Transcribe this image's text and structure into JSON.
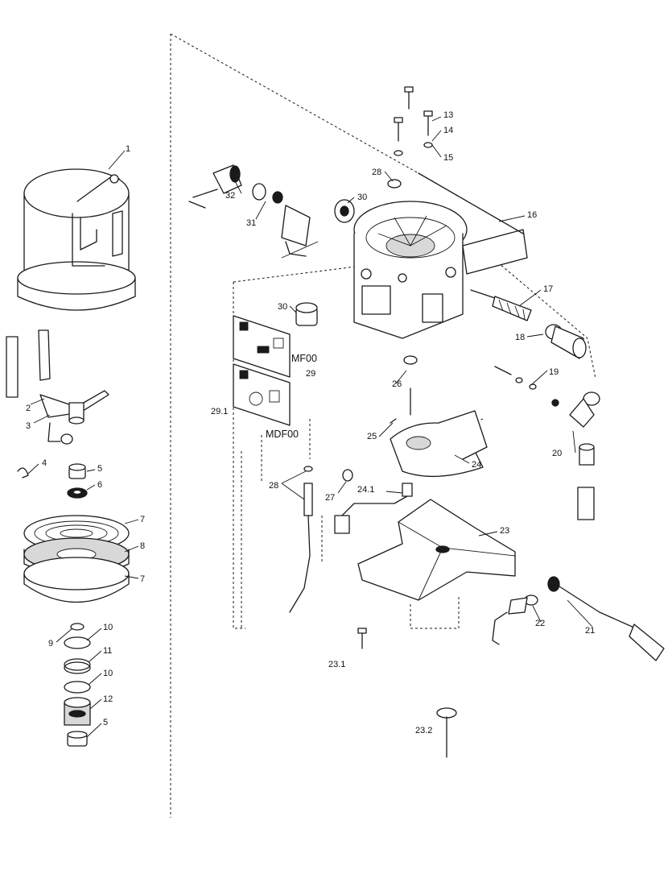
{
  "labels": [
    {
      "id": "p1",
      "text": "1"
    },
    {
      "id": "p2",
      "text": "2"
    },
    {
      "id": "p3",
      "text": "3"
    },
    {
      "id": "p4",
      "text": "4"
    },
    {
      "id": "p5a",
      "text": "5"
    },
    {
      "id": "p6",
      "text": "6"
    },
    {
      "id": "p7a",
      "text": "7"
    },
    {
      "id": "p8",
      "text": "8"
    },
    {
      "id": "p7b",
      "text": "7"
    },
    {
      "id": "p9",
      "text": "9"
    },
    {
      "id": "p10a",
      "text": "10"
    },
    {
      "id": "p11",
      "text": "11"
    },
    {
      "id": "p10b",
      "text": "10"
    },
    {
      "id": "p12",
      "text": "12"
    },
    {
      "id": "p5b",
      "text": "5"
    },
    {
      "id": "p13",
      "text": "13"
    },
    {
      "id": "p14",
      "text": "14"
    },
    {
      "id": "p15",
      "text": "15"
    },
    {
      "id": "p16",
      "text": "16"
    },
    {
      "id": "p17",
      "text": "17"
    },
    {
      "id": "p18",
      "text": "18"
    },
    {
      "id": "p19",
      "text": "19"
    },
    {
      "id": "p20",
      "text": "20"
    },
    {
      "id": "p21",
      "text": "21"
    },
    {
      "id": "p22",
      "text": "22"
    },
    {
      "id": "p23",
      "text": "23"
    },
    {
      "id": "p23_1",
      "text": "23.1"
    },
    {
      "id": "p23_2",
      "text": "23.2"
    },
    {
      "id": "p24",
      "text": "24"
    },
    {
      "id": "p24_1",
      "text": "24.1"
    },
    {
      "id": "p25",
      "text": "25"
    },
    {
      "id": "p26",
      "text": "26"
    },
    {
      "id": "p27",
      "text": "27"
    },
    {
      "id": "p28a",
      "text": "28"
    },
    {
      "id": "p28b",
      "text": "28"
    },
    {
      "id": "p29",
      "text": "29"
    },
    {
      "id": "p29_1",
      "text": "29.1"
    },
    {
      "id": "p30a",
      "text": "30"
    },
    {
      "id": "p30b",
      "text": "30"
    },
    {
      "id": "p31",
      "text": "31"
    },
    {
      "id": "p32",
      "text": "32"
    },
    {
      "id": "mf00",
      "text": "MF00"
    },
    {
      "id": "mdf00",
      "text": "MDF00"
    }
  ]
}
